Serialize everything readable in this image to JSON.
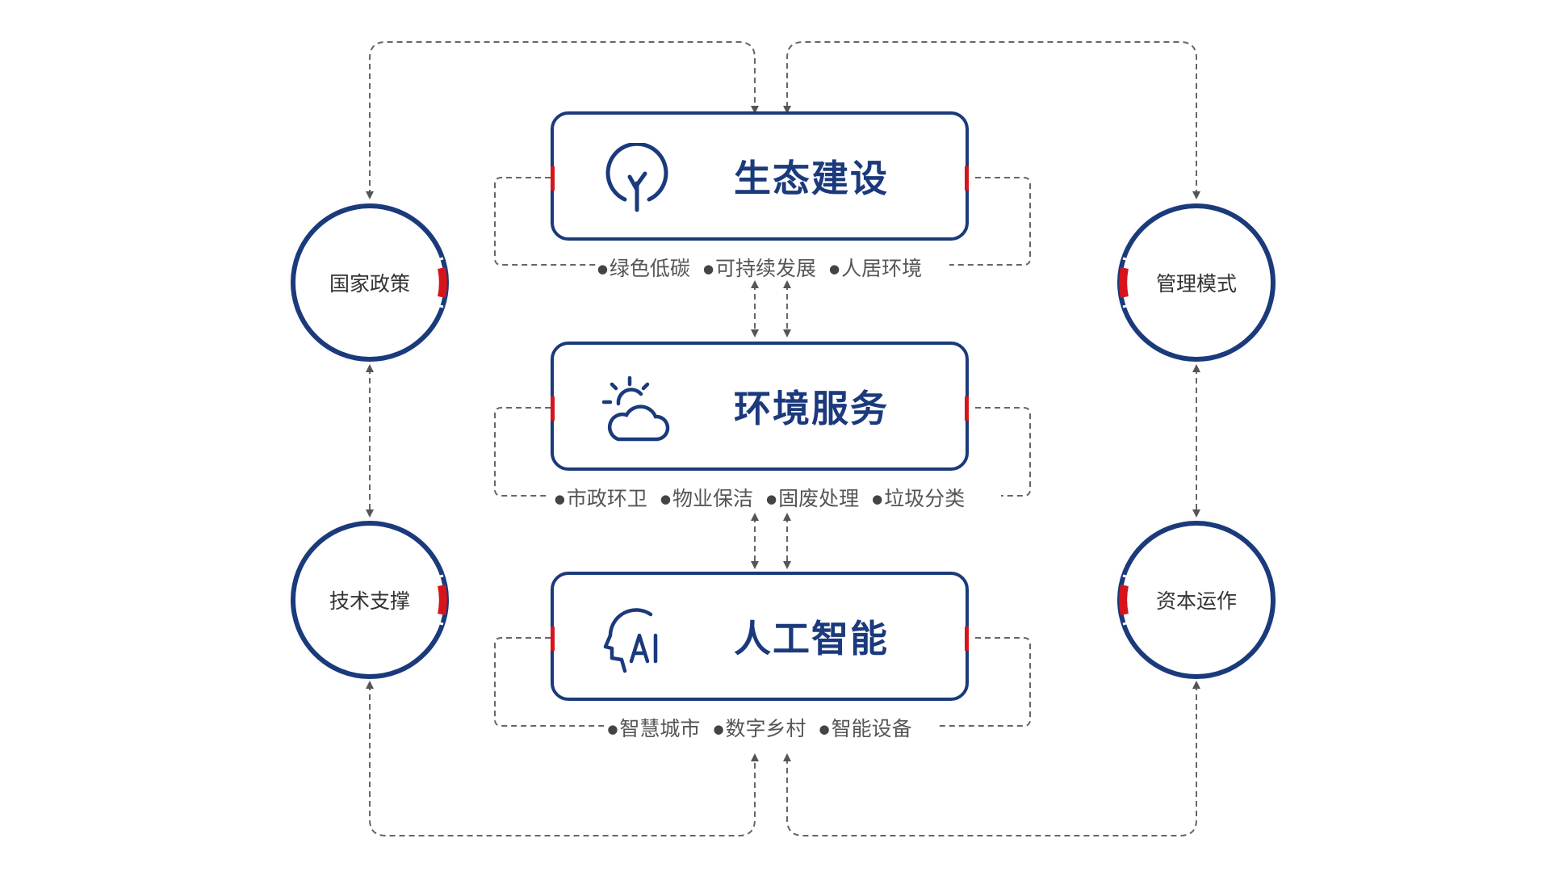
{
  "center_boxes": [
    {
      "title": "生态建设",
      "icon": "tree-icon",
      "items": [
        "绿色低碳",
        "可持续发展",
        "人居环境"
      ]
    },
    {
      "title": "环境服务",
      "icon": "sun-cloud-icon",
      "items": [
        "市政环卫",
        "物业保洁",
        "固废处理",
        "垃圾分类"
      ]
    },
    {
      "title": "人工智能",
      "icon": "ai-head-icon",
      "items": [
        "智慧城市",
        "数字乡村",
        "智能设备"
      ]
    }
  ],
  "side_nodes": {
    "left_top": "国家政策",
    "left_bottom": "技术支撑",
    "right_top": "管理模式",
    "right_bottom": "资本运作"
  },
  "colors": {
    "primary": "#1a3a7b",
    "accent": "#d7141b",
    "connector": "#666666"
  }
}
